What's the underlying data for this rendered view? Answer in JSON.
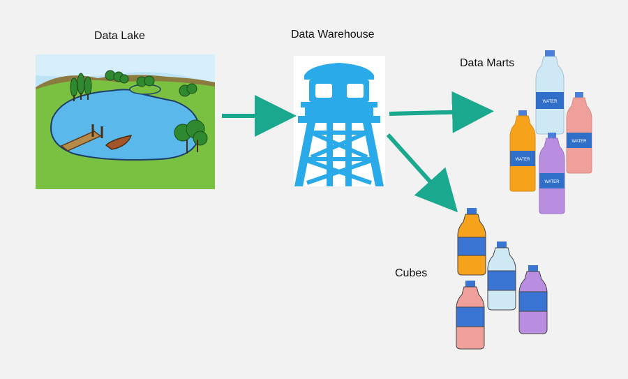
{
  "nodes": {
    "lake": {
      "label": "Data Lake"
    },
    "warehouse": {
      "label": "Data Warehouse"
    },
    "marts": {
      "label": "Data Marts",
      "bottle_text": "WATER"
    },
    "cubes": {
      "label": "Cubes"
    }
  },
  "edges": [
    {
      "from": "Data Lake",
      "to": "Data Warehouse"
    },
    {
      "from": "Data Warehouse",
      "to": "Data Marts"
    },
    {
      "from": "Data Warehouse",
      "to": "Cubes"
    }
  ],
  "colors": {
    "arrow": "#1aa88e",
    "tower": "#2aaae8",
    "grass": "#7ac142",
    "water": "#5bb8ea",
    "sky": "#bde4f6",
    "orange": "#f7a21b",
    "pink": "#f0a09a",
    "lilac": "#b98de0",
    "clear": "#cfe9f4",
    "label_band": "#2f6fc8"
  }
}
